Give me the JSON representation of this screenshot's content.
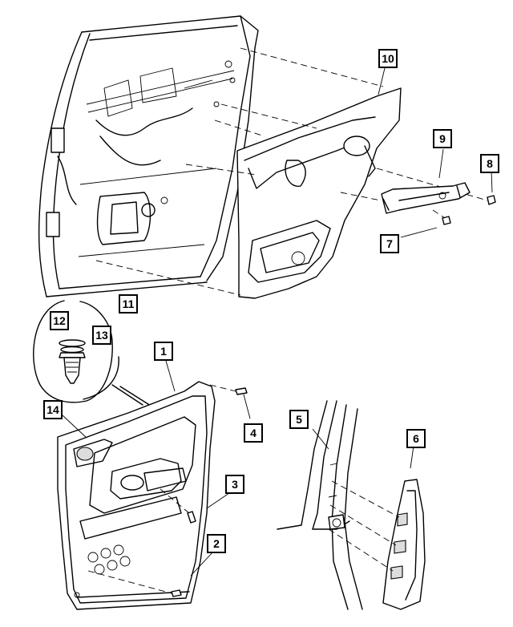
{
  "diagram": {
    "callouts": [
      "1",
      "2",
      "3",
      "4",
      "5",
      "6",
      "7",
      "8",
      "9",
      "10",
      "11",
      "12",
      "13",
      "14"
    ]
  }
}
